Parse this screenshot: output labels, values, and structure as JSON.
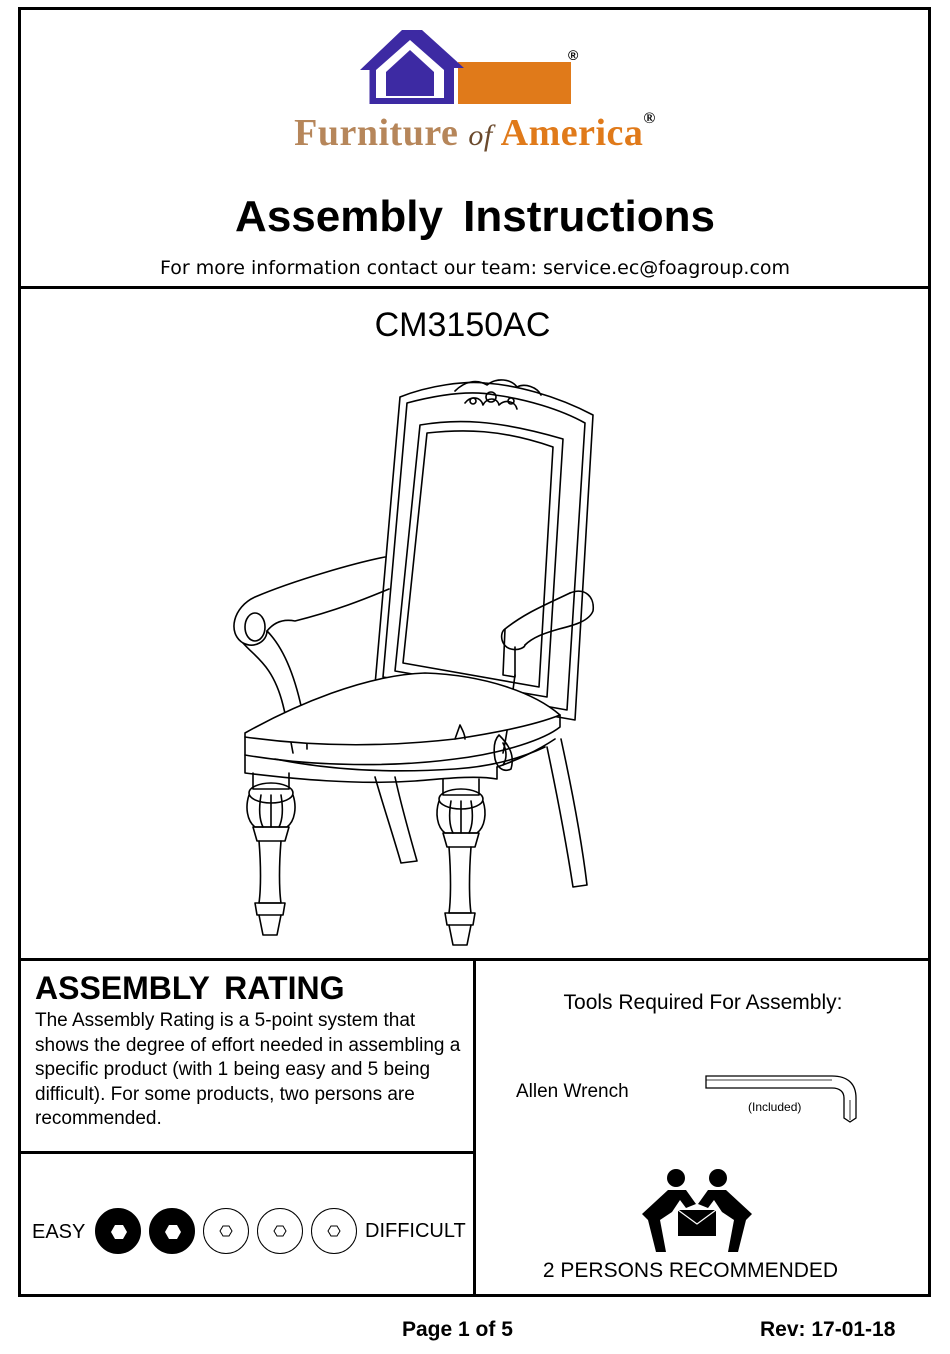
{
  "header": {
    "brand_word1": "Furniture",
    "brand_word2": "of",
    "brand_word3": "America",
    "registered": "®",
    "title": "Assembly  Instructions",
    "contact": "For more information contact our team: service.ec@foagroup.com"
  },
  "product": {
    "model": "CM3150AC",
    "illustration": "armchair"
  },
  "rating": {
    "title": "ASSEMBLY  RATING",
    "description": "The Assembly Rating is a 5-point system that shows the degree of effort needed in assembling a specific product (with 1 being easy and 5 being difficult).  For some products, two persons are recommended.",
    "easy_label": "EASY",
    "difficult_label": "DIFFICULT",
    "value": 2,
    "max": 5
  },
  "tools": {
    "title": "Tools Required For Assembly:",
    "items": [
      {
        "name": "Allen Wrench",
        "note": "(Included)",
        "icon": "allen-wrench-icon"
      }
    ],
    "persons_icon": "two-persons-lifting-icon",
    "persons_text": "2 PERSONS RECOMMENDED"
  },
  "footer": {
    "page": "Page 1 of  5",
    "rev": "Rev: 17-01-18"
  },
  "colors": {
    "logo_blue": "#3d2aa3",
    "logo_orange": "#e07a1a",
    "brand_tan": "#b6865a"
  }
}
